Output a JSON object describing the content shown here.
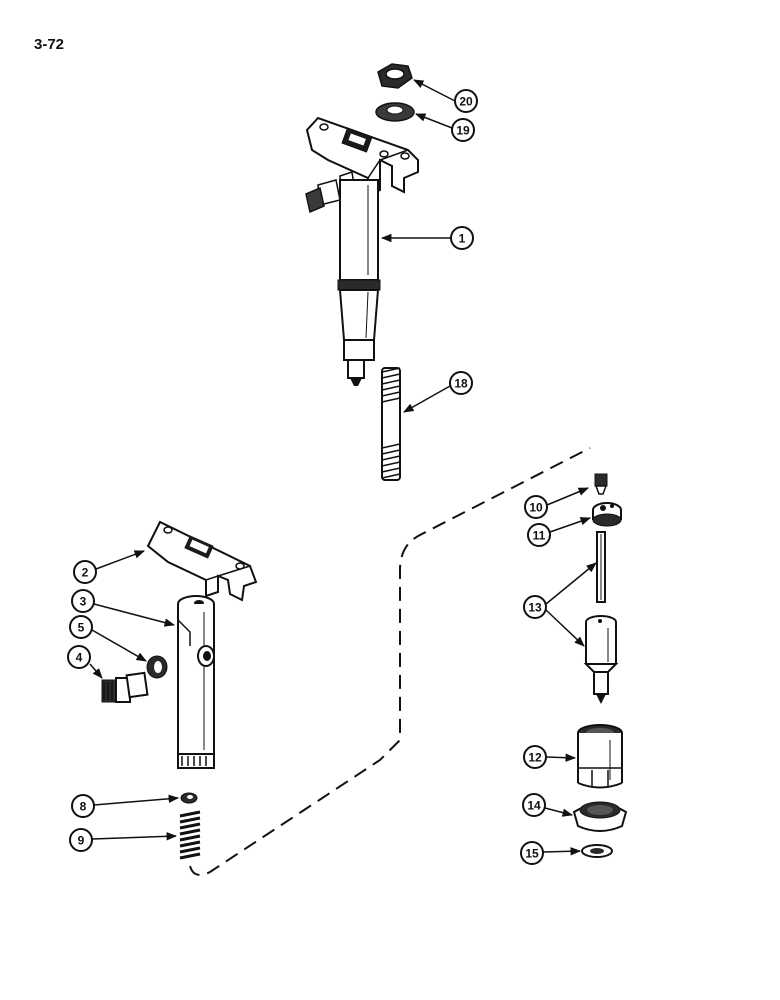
{
  "page_number": "3-72",
  "callouts": [
    {
      "id": "c20",
      "label": "20"
    },
    {
      "id": "c19",
      "label": "19"
    },
    {
      "id": "c1",
      "label": "1"
    },
    {
      "id": "c18",
      "label": "18"
    },
    {
      "id": "c10",
      "label": "10"
    },
    {
      "id": "c11",
      "label": "11"
    },
    {
      "id": "c13",
      "label": "13"
    },
    {
      "id": "c12",
      "label": "12"
    },
    {
      "id": "c14",
      "label": "14"
    },
    {
      "id": "c15",
      "label": "15"
    },
    {
      "id": "c2",
      "label": "2"
    },
    {
      "id": "c3",
      "label": "3"
    },
    {
      "id": "c5",
      "label": "5"
    },
    {
      "id": "c4",
      "label": "4"
    },
    {
      "id": "c8",
      "label": "8"
    },
    {
      "id": "c9",
      "label": "9"
    }
  ]
}
